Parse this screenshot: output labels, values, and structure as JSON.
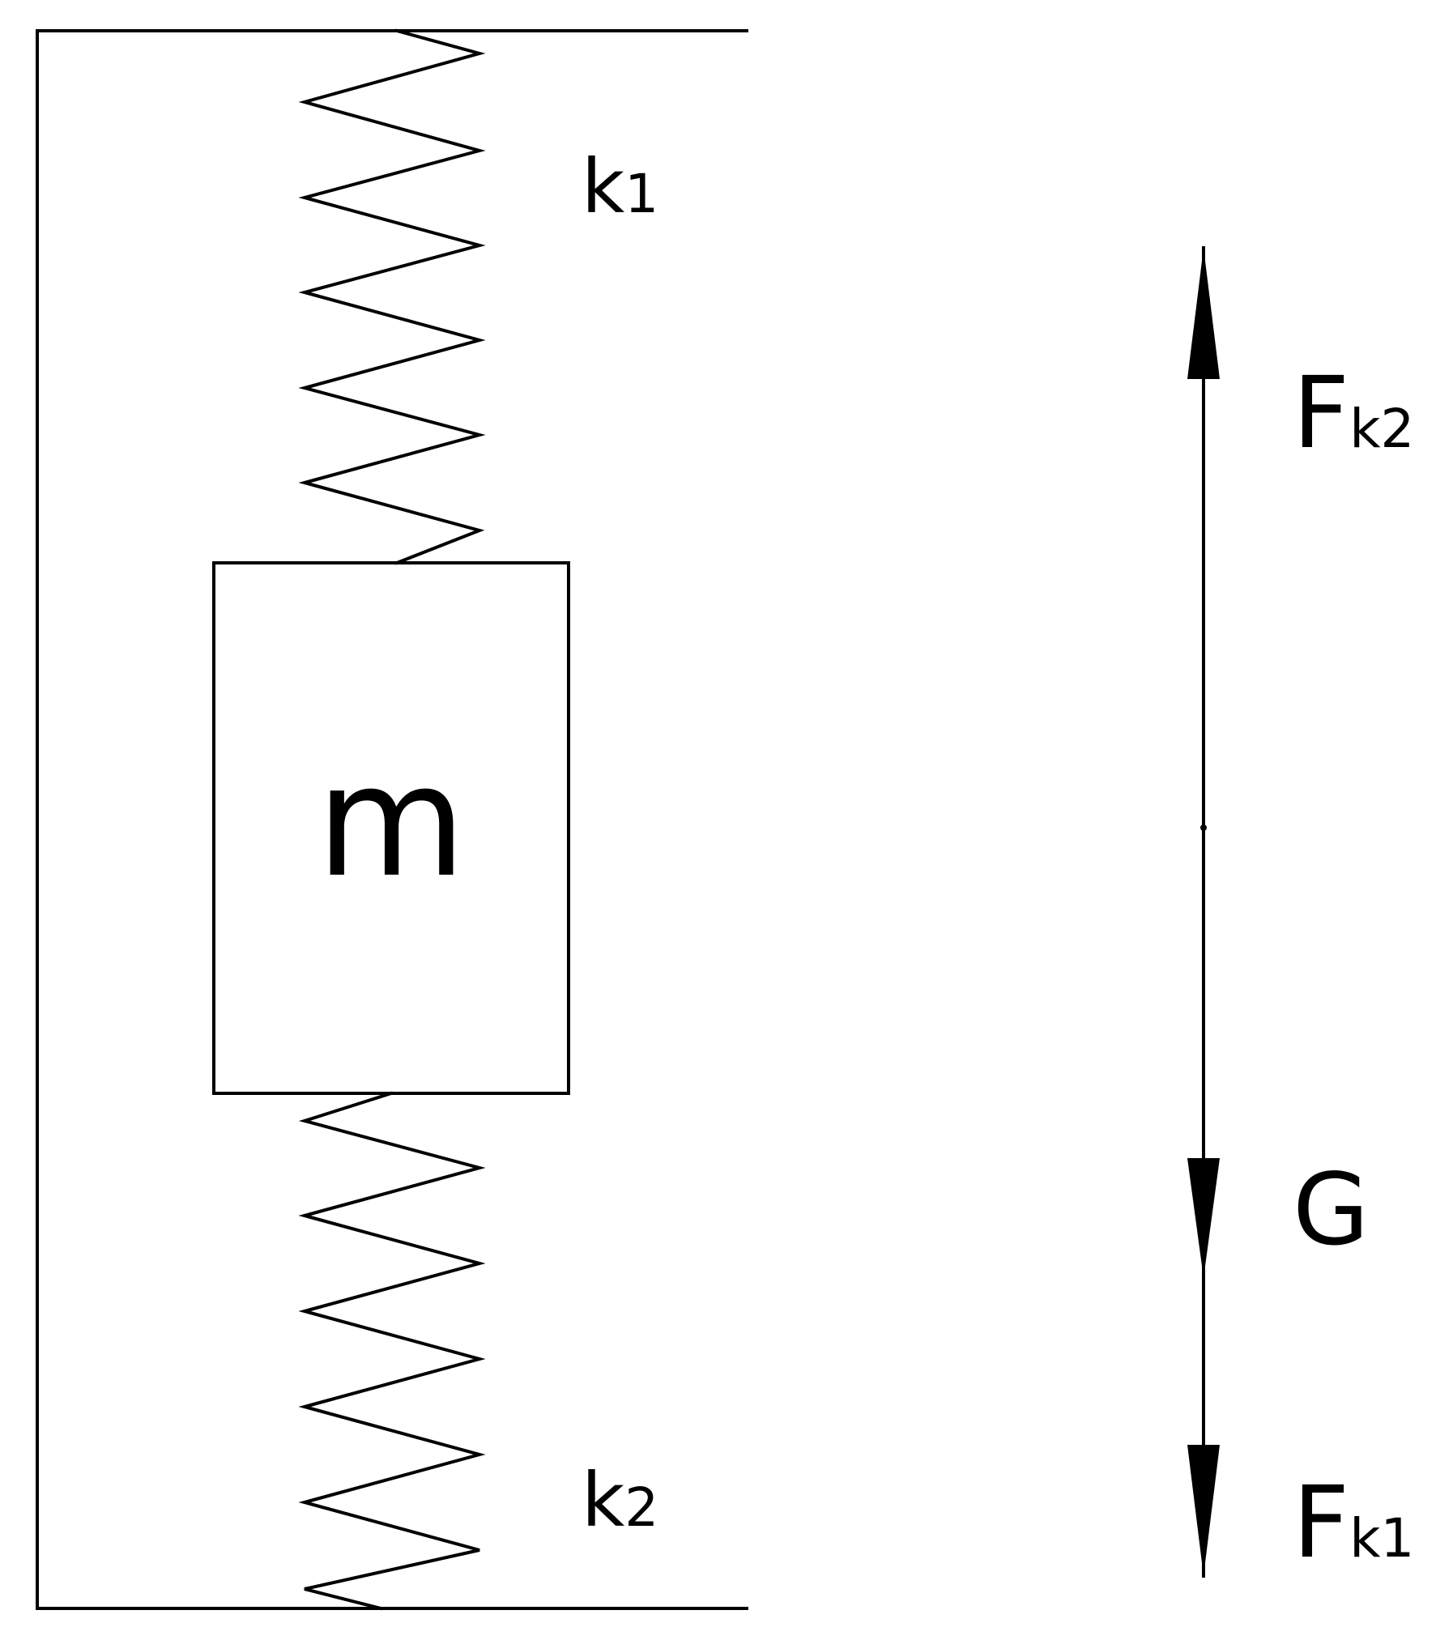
{
  "diagram": {
    "mass_label": "m",
    "spring_top": {
      "symbol": "k",
      "subscript": "1"
    },
    "spring_bottom": {
      "symbol": "k",
      "subscript": "2"
    },
    "forces": [
      {
        "symbol": "F",
        "subscript": "k2",
        "direction": "up"
      },
      {
        "symbol": "G",
        "subscript": "",
        "direction": "down"
      },
      {
        "symbol": "F",
        "subscript": "k1",
        "direction": "down"
      }
    ],
    "colors": {
      "line": "#000000",
      "background": "#ffffff"
    }
  }
}
